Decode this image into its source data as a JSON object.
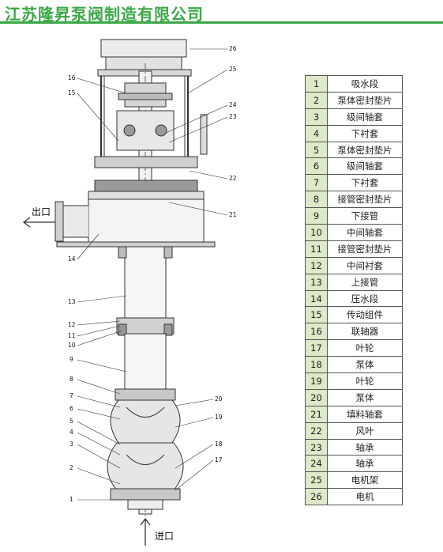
{
  "header": {
    "title": "江苏隆昇泵阀制造有限公司"
  },
  "diagram": {
    "outlet_label": "出口",
    "inlet_label": "进口",
    "callouts": [
      "1",
      "2",
      "3",
      "4",
      "5",
      "6",
      "7",
      "8",
      "9",
      "10",
      "11",
      "12",
      "13",
      "14",
      "15",
      "16",
      "21",
      "22",
      "23",
      "24",
      "25",
      "26",
      "20",
      "19",
      "18",
      "17"
    ]
  },
  "parts": [
    {
      "no": "1",
      "name": "吸水段"
    },
    {
      "no": "2",
      "name": "泵体密封垫片"
    },
    {
      "no": "3",
      "name": "级间轴套"
    },
    {
      "no": "4",
      "name": "下衬套"
    },
    {
      "no": "5",
      "name": "泵体密封垫片"
    },
    {
      "no": "6",
      "name": "级间轴套"
    },
    {
      "no": "7",
      "name": "下衬套"
    },
    {
      "no": "8",
      "name": "接管密封垫片"
    },
    {
      "no": "9",
      "name": "下接管"
    },
    {
      "no": "10",
      "name": "中间轴套"
    },
    {
      "no": "11",
      "name": "接管密封垫片"
    },
    {
      "no": "12",
      "name": "中间衬套"
    },
    {
      "no": "13",
      "name": "上接管"
    },
    {
      "no": "14",
      "name": "压水段"
    },
    {
      "no": "15",
      "name": "传动组件"
    },
    {
      "no": "16",
      "name": "联轴器"
    },
    {
      "no": "17",
      "name": "叶轮"
    },
    {
      "no": "18",
      "name": "泵体"
    },
    {
      "no": "19",
      "name": "叶轮"
    },
    {
      "no": "20",
      "name": "泵体"
    },
    {
      "no": "21",
      "name": "填料轴套"
    },
    {
      "no": "22",
      "name": "风叶"
    },
    {
      "no": "23",
      "name": "轴承"
    },
    {
      "no": "24",
      "name": "轴承"
    },
    {
      "no": "25",
      "name": "电机架"
    },
    {
      "no": "26",
      "name": "电机"
    }
  ]
}
